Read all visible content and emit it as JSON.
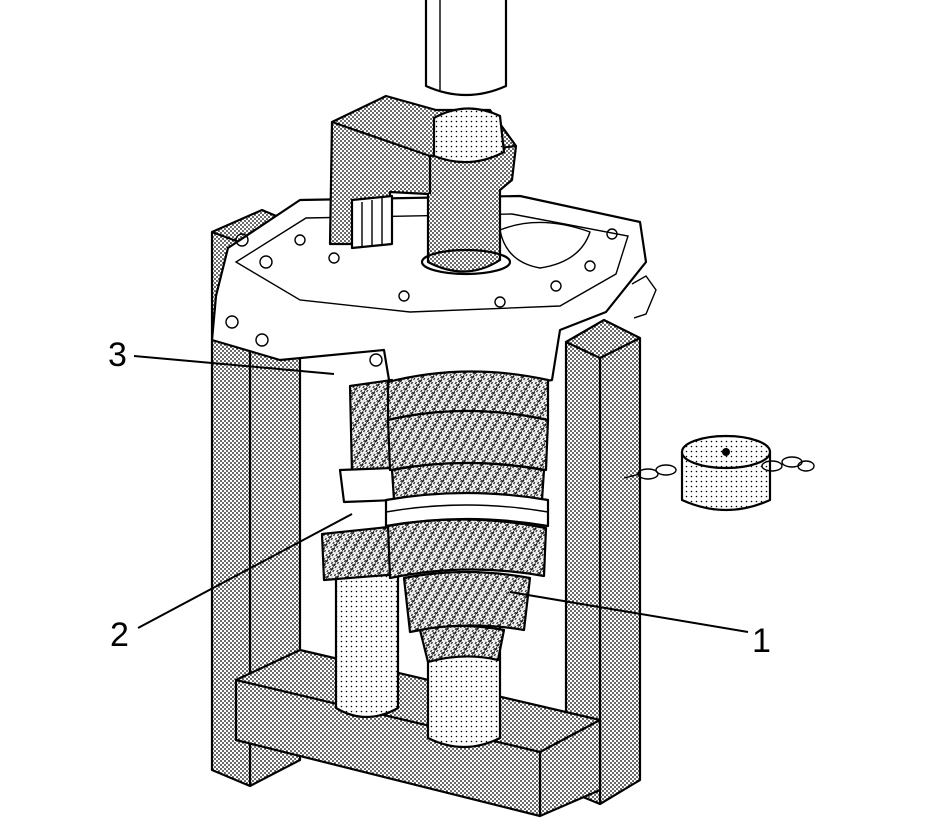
{
  "callouts": [
    {
      "id": "1",
      "label": "1"
    },
    {
      "id": "2",
      "label": "2"
    },
    {
      "id": "3",
      "label": "3"
    }
  ],
  "colors": {
    "line": "#000000",
    "background": "#ffffff",
    "shade_dot": "#000000"
  },
  "icons": {
    "press_ram": "press-ram-icon",
    "press_frame": "press-frame-icon",
    "gear_cluster": "gear-cluster-icon",
    "counterweight": "weight-with-chain-icon"
  }
}
